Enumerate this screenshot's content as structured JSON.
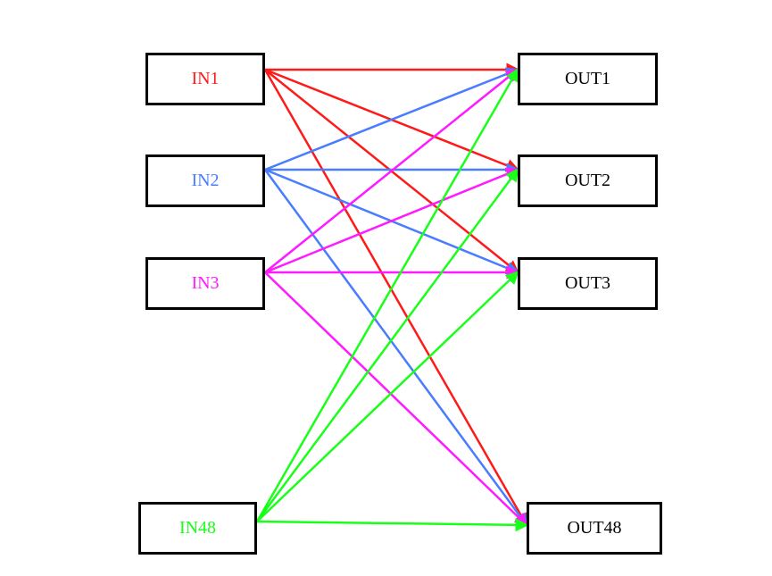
{
  "inputs": [
    {
      "label": "IN1",
      "color": "#ff1a1a"
    },
    {
      "label": "IN2",
      "color": "#4a7cff"
    },
    {
      "label": "IN3",
      "color": "#ff1aff"
    },
    {
      "label": "IN48",
      "color": "#1aff1a"
    }
  ],
  "outputs": [
    {
      "label": "OUT1"
    },
    {
      "label": "OUT2"
    },
    {
      "label": "OUT3"
    },
    {
      "label": "OUT48"
    }
  ],
  "connections": "all-to-all"
}
